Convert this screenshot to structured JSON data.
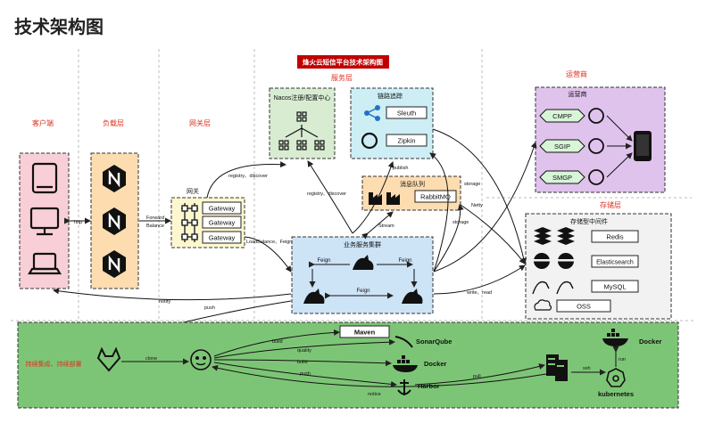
{
  "page_title": "技术架构图",
  "banner": "烽火云短信平台技术架构图",
  "layers": {
    "client": "客户端",
    "load": "负载层",
    "gateway": "网关层",
    "service": "服务层",
    "operator": "运营商",
    "storage": "存储层",
    "cicd": "持续集成、持续部署"
  },
  "nacos": {
    "title": "Nacos注册/配置中心"
  },
  "tracing": {
    "title": "链路追踪",
    "sleuth": "Sleuth",
    "zipkin": "Zipkin"
  },
  "mq": {
    "title": "消息队列",
    "name": "RabbitMQ"
  },
  "gateway": {
    "title": "网关",
    "items": [
      "Gateway",
      "Gateway",
      "Gateway"
    ]
  },
  "business": {
    "title": "业务服务集群",
    "feign": "Feign"
  },
  "operator_box": {
    "title": "运营商",
    "protocols": [
      "CMPP",
      "SGIP",
      "SMGP"
    ]
  },
  "storage_box": {
    "title": "存储型中间件",
    "items": [
      "Redis",
      "Elasticsearch",
      "MySQL",
      "OSS"
    ]
  },
  "cicd": {
    "maven": "Maven",
    "sonarqube": "SonarQube",
    "docker": "Docker",
    "harbor": "Harbor",
    "docker_right": "Docker",
    "kubernetes": "kubernetes"
  },
  "edges": {
    "http": "http",
    "forward": "Forward",
    "balance": "Balance",
    "registry1": "registry、discover",
    "registry2": "registry、discover",
    "publish": "publish",
    "storage1": "storage",
    "storage2": "storage",
    "netty": "Netty",
    "stream": "Stream",
    "loadbalance": "LoadBalance、Feign",
    "write_read": "write、read",
    "notify": "notify",
    "push": "push",
    "clone": "clone",
    "build1": "build",
    "quality": "quality",
    "build2": "build",
    "push2": "push",
    "pull": "pull",
    "ssh": "ssh",
    "run": "run",
    "notice": "notice"
  }
}
